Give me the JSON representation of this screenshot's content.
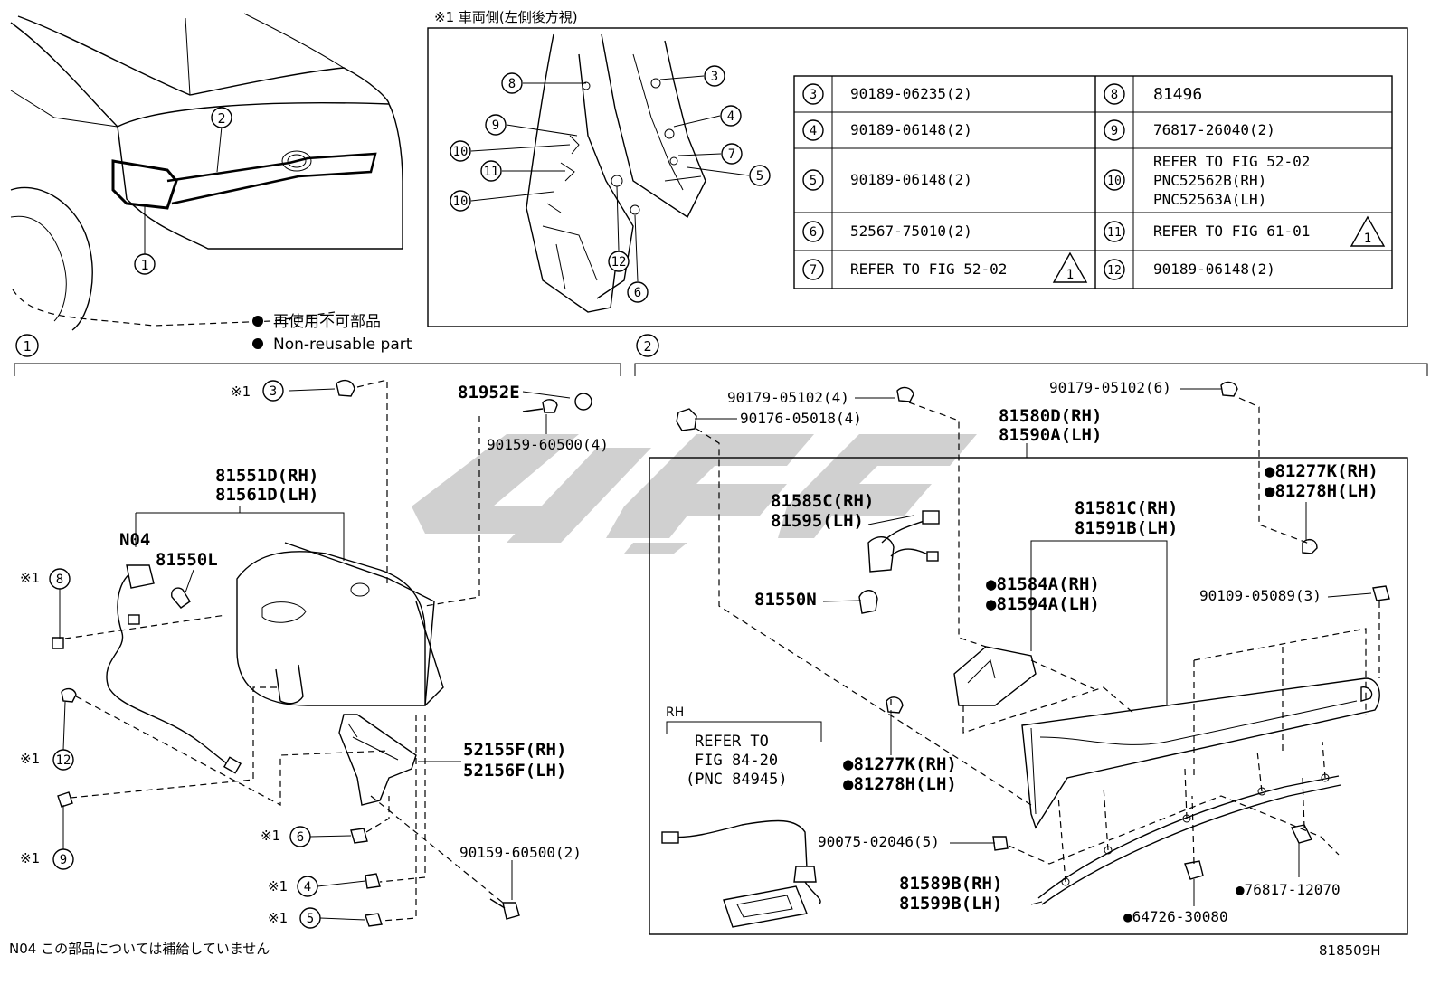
{
  "header": {
    "view_note": "※1 車両側(左側後方視)",
    "legend_jp": "再使用不可部品",
    "legend_en": "Non-reusable part"
  },
  "section_markers": [
    "1",
    "2"
  ],
  "ref_table": [
    {
      "num": "3",
      "value": "90189-06235(2)"
    },
    {
      "num": "4",
      "value": "90189-06148(2)"
    },
    {
      "num": "5",
      "value": "90189-06148(2)"
    },
    {
      "num": "6",
      "value": "52567-75010(2)"
    },
    {
      "num": "7",
      "value": "REFER TO FIG 52-02",
      "warn": "1"
    },
    {
      "num": "8",
      "value": "81496"
    },
    {
      "num": "9",
      "value": "76817-26040(2)"
    },
    {
      "num": "10",
      "line1": "REFER TO FIG 52-02",
      "line2": "PNC52562B(RH)",
      "line3": "PNC52563A(LH)"
    },
    {
      "num": "11",
      "value": "REFER TO FIG 61-01",
      "warn": "1"
    },
    {
      "num": "12",
      "value": "90189-06148(2)"
    }
  ],
  "left_labels": {
    "p81952E": "81952E",
    "p90159a": "90159-60500(4)",
    "p81551D": "81551D(RH)",
    "p81561D": "81561D(LH)",
    "pN04": "N04",
    "p81550L": "81550L",
    "p52155F": "52155F(RH)",
    "p52156F": "52156F(LH)",
    "p90159b": "90159-60500(2)",
    "star": "※1"
  },
  "right_labels": {
    "p90179a": "90179-05102(4)",
    "p90176": "90176-05018(4)",
    "p90179b": "90179-05102(6)",
    "p81580D": "81580D(RH)",
    "p81590A": "81590A(LH)",
    "p81277Ka": "●81277K(RH)",
    "p81278Ha": "●81278H(LH)",
    "p81585C": "81585C(RH)",
    "p81595": "81595(LH)",
    "p81581C": "81581C(RH)",
    "p81591B": "81591B(LH)",
    "p81584A": "●81584A(RH)",
    "p81594A": "●81594A(LH)",
    "p81550N": "81550N",
    "p90109": "90109-05089(3)",
    "p81277Kb": "●81277K(RH)",
    "p81278Hb": "●81278H(LH)",
    "rh": "RH",
    "refer1": "REFER TO",
    "refer2": "FIG 84-20",
    "refer3": "(PNC 84945)",
    "p90075": "90075-02046(5)",
    "p81589B": "81589B(RH)",
    "p81599B": "81599B(LH)",
    "p76817": "●76817-12070",
    "p64726": "●64726-30080"
  },
  "footer": {
    "note": "N04 この部品については補給していません",
    "code": "818509H"
  },
  "colors": {
    "line": "#000000",
    "watermark": "#c8c8c8",
    "background": "#ffffff"
  }
}
